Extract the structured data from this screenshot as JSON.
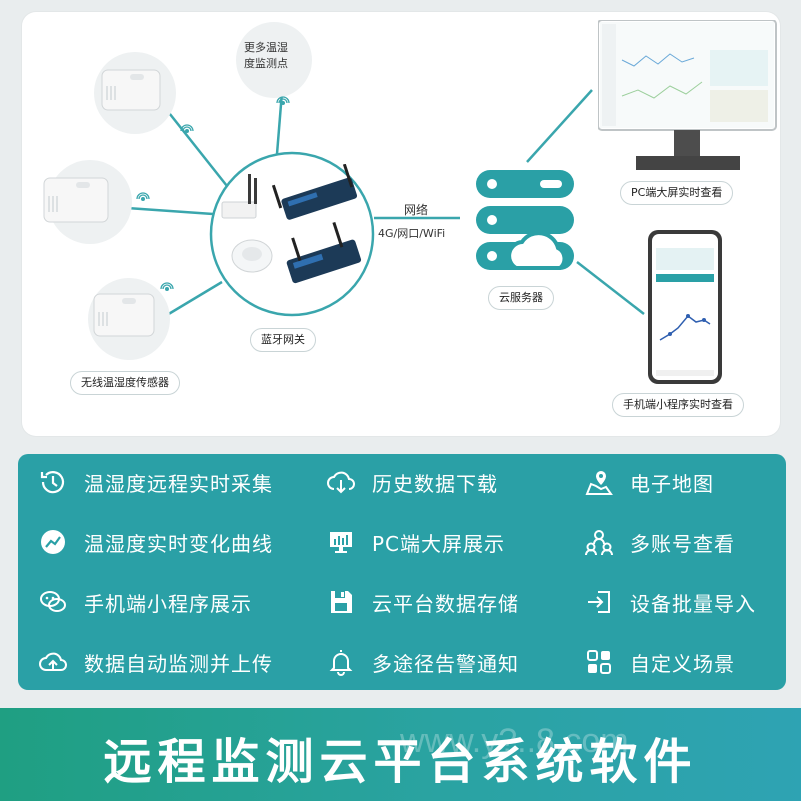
{
  "diagram": {
    "more_points_label": [
      "更多温湿",
      "度监测点"
    ],
    "sensor_label": "无线温湿度传感器",
    "gateway_label": "蓝牙网关",
    "network_label": "网络",
    "network_sub": "4G/网口/WiFi",
    "cloud_label": "云服务器",
    "pc_label": "PC端大屏实时查看",
    "mobile_label": "手机端小程序实时查看"
  },
  "features": [
    {
      "icon": "history-clock-icon",
      "label": "温湿度远程实时采集"
    },
    {
      "icon": "cloud-download-icon",
      "label": "历史数据下载"
    },
    {
      "icon": "map-pin-icon",
      "label": "电子地图"
    },
    {
      "icon": "line-chart-icon",
      "label": "温湿度实时变化曲线"
    },
    {
      "icon": "monitor-icon",
      "label": "PC端大屏展示"
    },
    {
      "icon": "multi-account-icon",
      "label": "多账号查看"
    },
    {
      "icon": "wechat-icon",
      "label": "手机端小程序展示"
    },
    {
      "icon": "floppy-disk-icon",
      "label": "云平台数据存储"
    },
    {
      "icon": "import-icon",
      "label": "设备批量导入"
    },
    {
      "icon": "cloud-upload-icon",
      "label": "数据自动监测并上传"
    },
    {
      "icon": "alarm-bell-icon",
      "label": "多途径告警通知"
    },
    {
      "icon": "custom-grid-icon",
      "label": "自定义场景"
    }
  ],
  "banner": {
    "title": "远程监测云平台系统软件",
    "watermark": "www.y?..8.com"
  },
  "colors": {
    "teal": "#2aa0a6",
    "line": "#3aa6ad",
    "dark_navy": "#1c3a57"
  }
}
